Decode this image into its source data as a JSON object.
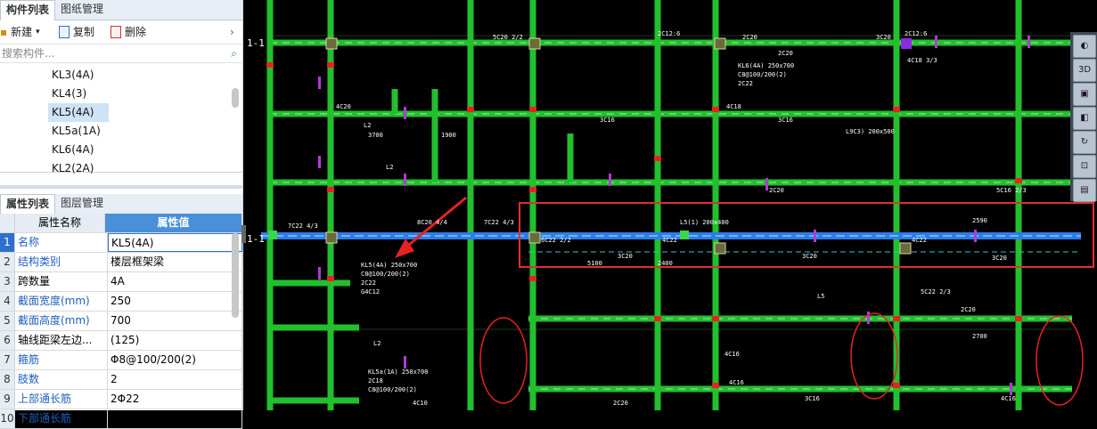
{
  "left_panel": {
    "tabs_top": [
      "构件列表",
      "图纸管理"
    ],
    "toolbar": {
      "new_label": "新建",
      "copy_label": "复制",
      "delete_label": "删除"
    },
    "search_placeholder": "搜索构件...",
    "tree_items": [
      "KL3(4A)",
      "KL4(3)",
      "KL5(4A)",
      "KL5a(1A)",
      "KL6(4A)",
      "KL2(2A)"
    ],
    "selected_tree_index": 2,
    "tabs_bottom": [
      "属性列表",
      "图层管理"
    ],
    "prop_header": {
      "name": "属性名称",
      "value": "属性值"
    },
    "props": [
      {
        "num": "1",
        "name": "名称",
        "value": "KL5(4A)",
        "blue": true
      },
      {
        "num": "2",
        "name": "结构类别",
        "value": "楼层框架梁",
        "blue": true
      },
      {
        "num": "3",
        "name": "跨数量",
        "value": "4A",
        "blue": false
      },
      {
        "num": "4",
        "name": "截面宽度(mm)",
        "value": "250",
        "blue": true
      },
      {
        "num": "5",
        "name": "截面高度(mm)",
        "value": "700",
        "blue": true
      },
      {
        "num": "6",
        "name": "轴线距梁左边...",
        "value": "(125)",
        "blue": false
      },
      {
        "num": "7",
        "name": "箍筋",
        "value": "Φ8@100/200(2)",
        "blue": true
      },
      {
        "num": "8",
        "name": "肢数",
        "value": "2",
        "blue": true
      },
      {
        "num": "9",
        "name": "上部通长筋",
        "value": "2Φ22",
        "blue": true
      },
      {
        "num": "10",
        "name": "下部通长筋",
        "value": "",
        "blue": true
      }
    ]
  },
  "canvas": {
    "labels": {
      "l1": "5C20 2/2",
      "l2": "2C12:6",
      "l3": "2C20",
      "l4": "3C20",
      "l5": "2C12:6",
      "l6": "2C20",
      "l7": "KL6(4A) 250x700",
      "l8": "C8@100/200(2)",
      "l9": "2C22",
      "l10": "4C18",
      "l11": "3C16",
      "l12": "4C18 3/3",
      "l13": "3C16",
      "l14": "L9C3) 200x500",
      "l15": "5C16 2/3",
      "l16": "2C20",
      "l17": "KL5(4A) 250x700",
      "l18": "C8@100/200(2)",
      "l19": "2C22",
      "l20": "G4C12",
      "l21": "6C22 2/2",
      "l22": "4C22",
      "l23": "3C20",
      "l24": "3C20",
      "l25": "2400",
      "l26": "5100",
      "l27": "3C20",
      "l28": "4C10",
      "l29": "2C20",
      "l30": "3C16",
      "l31": "4C16",
      "l32": "2C20",
      "l33": "4C16",
      "l34": "7C22 4/3",
      "l35": "8C20 4/4",
      "l36": "7C22 4/3",
      "l37": "4C20",
      "l38": "L2",
      "l39": "3700",
      "l40": "1900",
      "l41": "L2",
      "l42": "L2",
      "l43": "2590",
      "l44": "2700",
      "l45": "L5",
      "l46": "4C16",
      "l47": "KL5a(1A) 250x700",
      "l48": "2C18",
      "l49": "C8@100/200(2)",
      "l50": "L5(1) 200x400",
      "l51": "5C22 2/3",
      "l52": "4C22",
      "l53": "1-1",
      "l54": "1-1"
    }
  }
}
